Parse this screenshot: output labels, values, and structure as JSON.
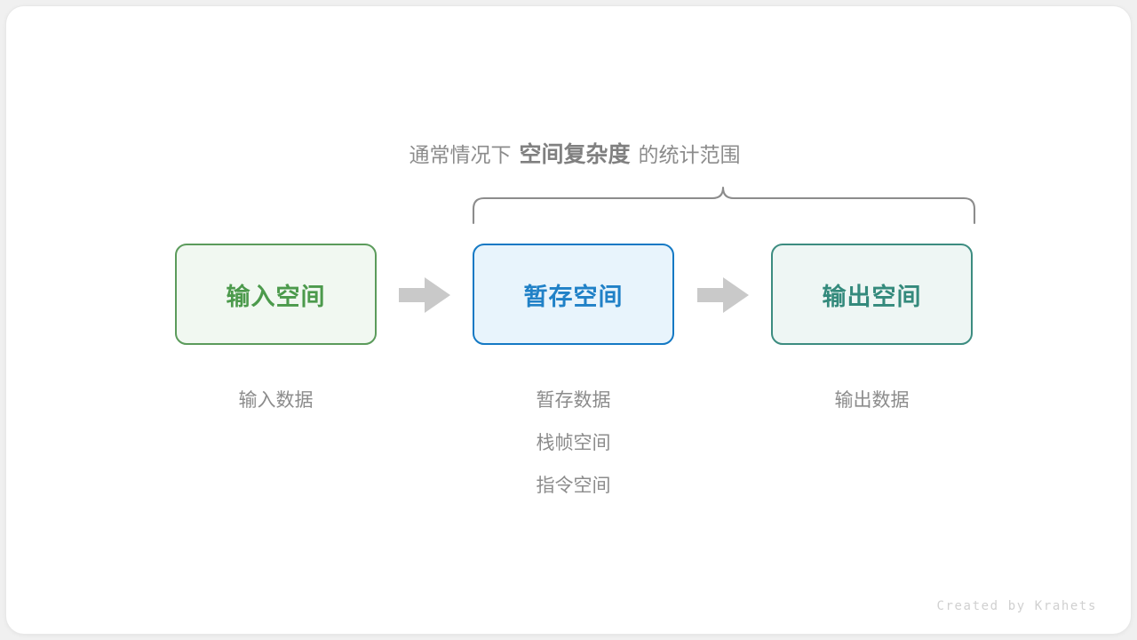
{
  "diagram": {
    "brace_caption": {
      "prefix": "通常情况下",
      "emphasis": "空间复杂度",
      "suffix": "的统计范围"
    },
    "boxes": [
      {
        "id": "input",
        "label": "输入空间",
        "border_color": "#5b9b5b",
        "fill_color": "#f1f8f1",
        "text_color": "#4c9a4c"
      },
      {
        "id": "temp",
        "label": "暂存空间",
        "border_color": "#1479c4",
        "fill_color": "#e8f4fc",
        "text_color": "#2081c7"
      },
      {
        "id": "output",
        "label": "输出空间",
        "border_color": "#3c8c80",
        "fill_color": "#eef6f4",
        "text_color": "#348a7c"
      }
    ],
    "arrows": [
      {
        "id": "arrow-input-to-temp",
        "icon": "right-arrow-icon",
        "color": "#c9c9c9"
      },
      {
        "id": "arrow-temp-to-output",
        "icon": "right-arrow-icon",
        "color": "#c9c9c9"
      }
    ],
    "captions": {
      "input": [
        "输入数据"
      ],
      "temp": [
        "暂存数据",
        "栈帧空间",
        "指令空间"
      ],
      "output": [
        "输出数据"
      ]
    },
    "brace": {
      "icon": "curly-brace-up-icon",
      "color": "#8c8c8c",
      "covers": [
        "暂存空间",
        "输出空间"
      ]
    },
    "watermark": "Created by Krahets"
  }
}
